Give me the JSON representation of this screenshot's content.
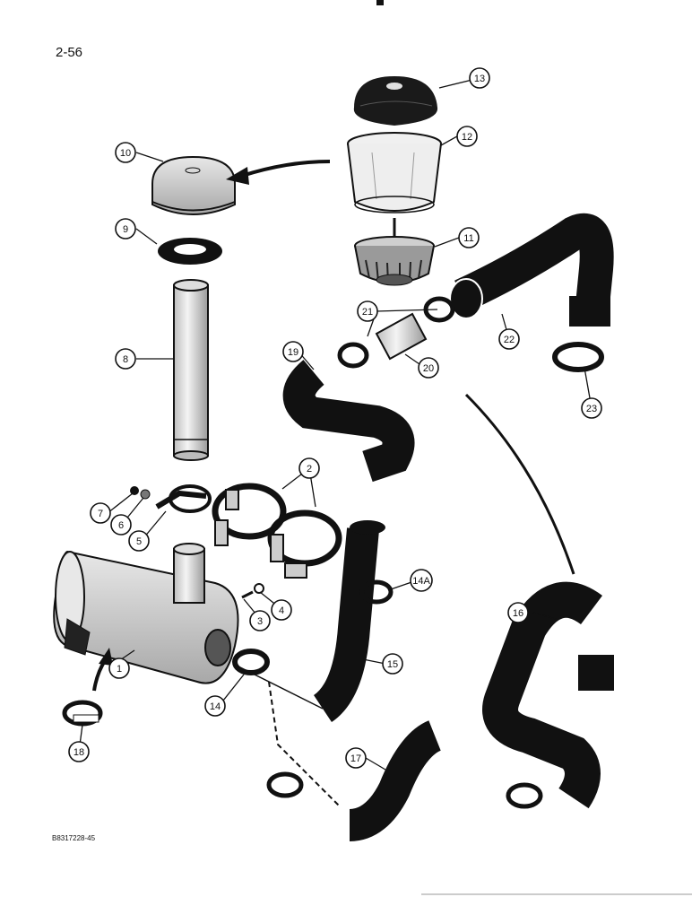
{
  "page": {
    "page_number": "2-56",
    "figure_code": "B8317228-45"
  },
  "callouts": [
    {
      "id": "c1",
      "label": "1"
    },
    {
      "id": "c2",
      "label": "2"
    },
    {
      "id": "c3",
      "label": "3"
    },
    {
      "id": "c4",
      "label": "4"
    },
    {
      "id": "c5",
      "label": "5"
    },
    {
      "id": "c6",
      "label": "6"
    },
    {
      "id": "c7",
      "label": "7"
    },
    {
      "id": "c8",
      "label": "8"
    },
    {
      "id": "c9",
      "label": "9"
    },
    {
      "id": "c10",
      "label": "10"
    },
    {
      "id": "c11",
      "label": "11"
    },
    {
      "id": "c12",
      "label": "12"
    },
    {
      "id": "c13",
      "label": "13"
    },
    {
      "id": "c14a",
      "label": "14A"
    },
    {
      "id": "c14",
      "label": "14"
    },
    {
      "id": "c15",
      "label": "15"
    },
    {
      "id": "c16",
      "label": "16"
    },
    {
      "id": "c17",
      "label": "17"
    },
    {
      "id": "c18",
      "label": "18"
    },
    {
      "id": "c19",
      "label": "19"
    },
    {
      "id": "c20",
      "label": "20"
    },
    {
      "id": "c21",
      "label": "21"
    },
    {
      "id": "c22",
      "label": "22"
    },
    {
      "id": "c23",
      "label": "23"
    }
  ]
}
